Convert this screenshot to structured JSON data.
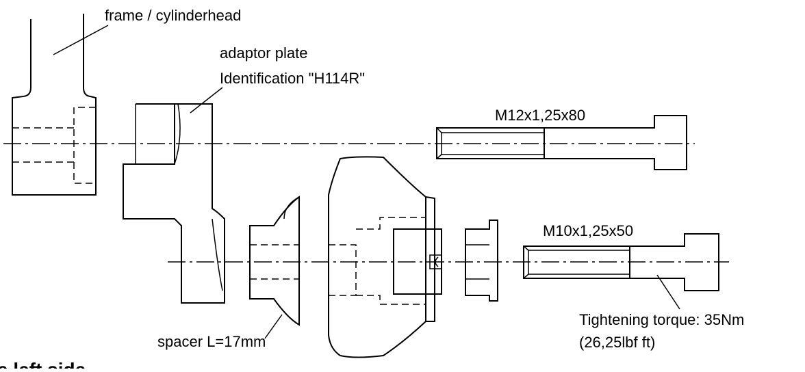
{
  "labels": {
    "frame": "frame / cylinderhead",
    "adaptor_line1": "adaptor plate",
    "adaptor_line2": "Identification \"H114R\"",
    "bolt_upper": "M12x1,25x80",
    "bolt_lower": "M10x1,25x50",
    "torque_line1": "Tightening torque: 35Nm",
    "torque_line2": "(26,25lbf ft)",
    "spacer": "spacer L=17mm"
  },
  "section_title": "e left side"
}
